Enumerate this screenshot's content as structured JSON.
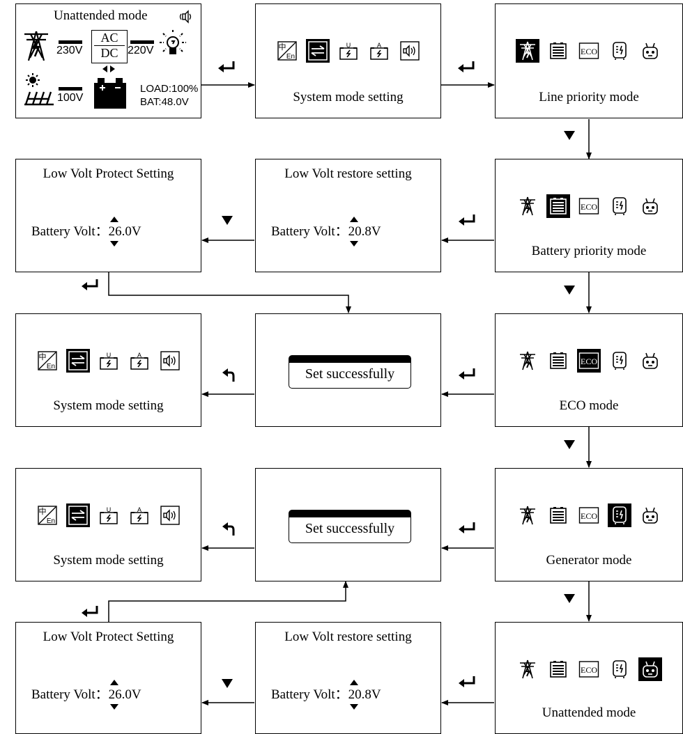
{
  "home": {
    "title": "Unattended mode",
    "grid_v": "230V",
    "ac": "AC",
    "dc": "DC",
    "out_v": "220V",
    "pv_v": "100V",
    "load": "LOAD:100%",
    "bat": "BAT:48.0V"
  },
  "system": {
    "caption": "System mode setting"
  },
  "modes": {
    "line": "Line priority mode",
    "battery": "Battery priority mode",
    "eco": "ECO mode",
    "generator": "Generator mode",
    "unattended": "Unattended mode"
  },
  "settings": {
    "restore_title": "Low Volt restore setting",
    "protect_title": "Low Volt Protect Setting",
    "battery_label": "Battery Volt：",
    "restore_value_first": "2",
    "restore_value_rest": "0.8V",
    "protect_value_first": "2",
    "protect_value_rest": "6.0V"
  },
  "success": {
    "message": "Set successfully"
  },
  "icons": {
    "mode_icons": [
      "pylon-icon",
      "battery-icon",
      "eco-icon",
      "generator-icon",
      "robot-icon"
    ],
    "system_icons": [
      "language-icon",
      "switch-icon",
      "battery-voltage-icon",
      "battery-current-icon",
      "speaker-icon"
    ],
    "eco_text": "ECO",
    "lang_top": "中",
    "lang_bottom": "En",
    "volt_letter": "U",
    "amp_letter": "A"
  }
}
